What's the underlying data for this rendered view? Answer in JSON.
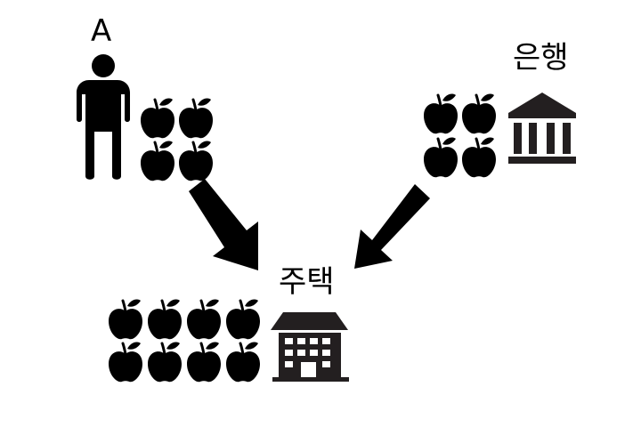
{
  "labels": {
    "person": "A",
    "bank": "은행",
    "house": "주택"
  },
  "apples": {
    "from_person": 4,
    "from_bank": 4,
    "at_house": 8
  },
  "colors": {
    "ink": "#000000",
    "building": "#231f20",
    "background": "#ffffff"
  },
  "icons": [
    "person-icon",
    "apple-icon",
    "bank-icon",
    "house-icon",
    "arrow-icon"
  ]
}
